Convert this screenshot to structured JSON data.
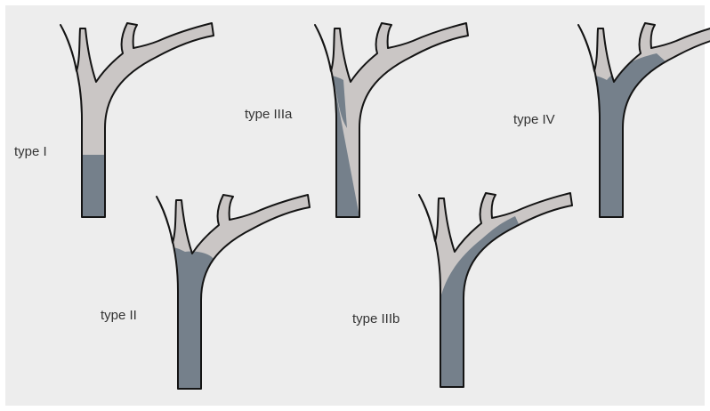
{
  "colors": {
    "background": "#ededed",
    "duct": "#cac6c5",
    "affected": "#75808b",
    "outline": "#141414"
  },
  "labels": {
    "type_i": "type I",
    "type_ii": "type II",
    "type_iiia": "type IIIa",
    "type_iiib": "type IIIb",
    "type_iv": "type IV"
  }
}
